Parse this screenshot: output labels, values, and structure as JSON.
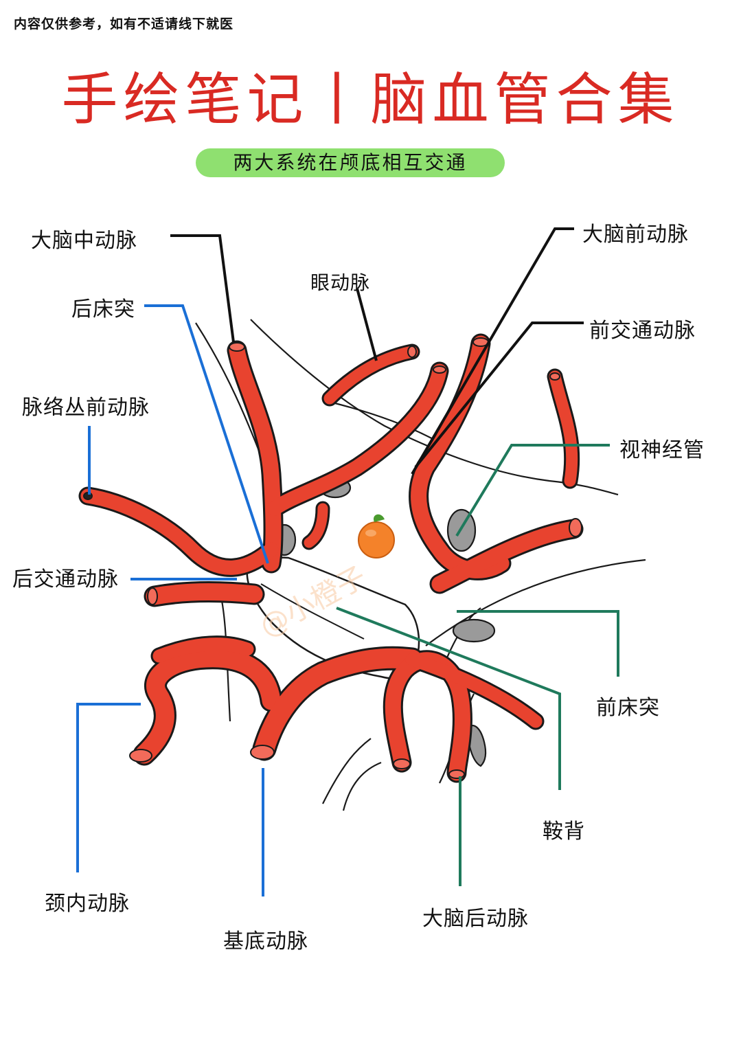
{
  "disclaimer": "内容仅供参考，如有不适请线下就医",
  "title": "手绘笔记丨脑血管合集",
  "subtitle": "两大系统在颅底相互交通",
  "watermark": "@小橙子",
  "colors": {
    "artery": "#e8432f",
    "artery_outline": "#1a1a1a",
    "title": "#d92a23",
    "subtitle_bg": "#8fe070",
    "leader_black": "#111111",
    "leader_blue": "#1a6fd6",
    "leader_green": "#1f7a5c",
    "bone_gray": "#9a9a9a"
  },
  "labels": {
    "mca": "大脑中动脉",
    "ophthalmic": "眼动脉",
    "aca": "大脑前动脉",
    "acom": "前交通动脉",
    "post_clinoid": "后床突",
    "ant_choroidal": "脉络丛前动脉",
    "optic_canal": "视神经管",
    "pcom": "后交通动脉",
    "ant_clinoid": "前床突",
    "dorsum_sellae": "鞍背",
    "ica": "颈内动脉",
    "basilar": "基底动脉",
    "pca": "大脑后动脉"
  }
}
